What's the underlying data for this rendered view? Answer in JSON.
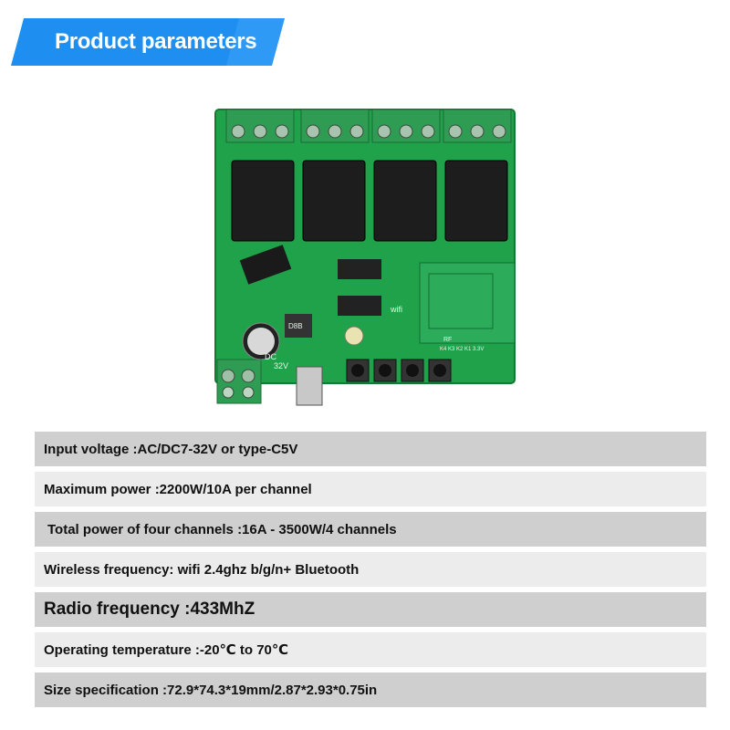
{
  "banner": {
    "title": "Product parameters",
    "color": "#1e8ff0"
  },
  "product_image": {
    "board_color": "#1fa24a",
    "labels": {
      "power_label": "DC",
      "voltage_label": "32V",
      "wifi_label": "wifi",
      "rf_label": "RF",
      "channel_labels": "K4 K3 K2 K1 3.3V",
      "led_label": "D8B"
    }
  },
  "parameters": [
    {
      "text": "Input voltage :AC/DC7-32V or type-C5V"
    },
    {
      "text": "Maximum power :2200W/10A per channel"
    },
    {
      "text": "Total power of four channels :16A - 3500W/4 channels"
    },
    {
      "text": "Wireless frequency: wifi 2.4ghz b/g/n+ Bluetooth"
    },
    {
      "text": "Radio frequency :433MhZ"
    },
    {
      "text": "Operating temperature :-20℃ to 70℃"
    },
    {
      "text": "Size specification :72.9*74.3*19mm/2.87*2.93*0.75in"
    }
  ]
}
